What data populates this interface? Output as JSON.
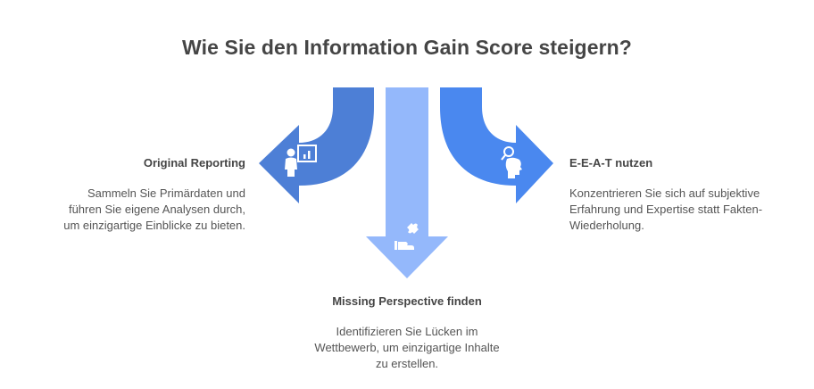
{
  "title": "Wie Sie den Information Gain Score steigern?",
  "colors": {
    "left_arrow": "#4d7fd6",
    "center_arrow": "#94b8fb",
    "right_arrow": "#4a88ef",
    "icon": "#ffffff",
    "heading_text": "#454545",
    "body_text": "#555555"
  },
  "items": [
    {
      "id": "left",
      "heading": "Original Reporting",
      "body_lines": [
        "Sammeln Sie Primärdaten und",
        "führen Sie eigene Analysen durch,",
        "um einzigartige Einblicke zu bieten."
      ],
      "icon": "presenter-chart-icon",
      "arrow_direction": "left"
    },
    {
      "id": "bottom",
      "heading": "Missing Perspective finden",
      "body_lines": [
        "Identifizieren Sie Lücken im",
        "Wettbewerb, um einzigartige Inhalte",
        "zu erstellen."
      ],
      "icon": "hand-puzzle-icon",
      "arrow_direction": "down"
    },
    {
      "id": "right",
      "heading": "E-E-A-T nutzen",
      "body_lines": [
        "Konzentrieren Sie sich auf subjektive",
        "Erfahrung und Expertise statt Fakten-",
        "Wiederholung."
      ],
      "icon": "head-search-icon",
      "arrow_direction": "right"
    }
  ]
}
